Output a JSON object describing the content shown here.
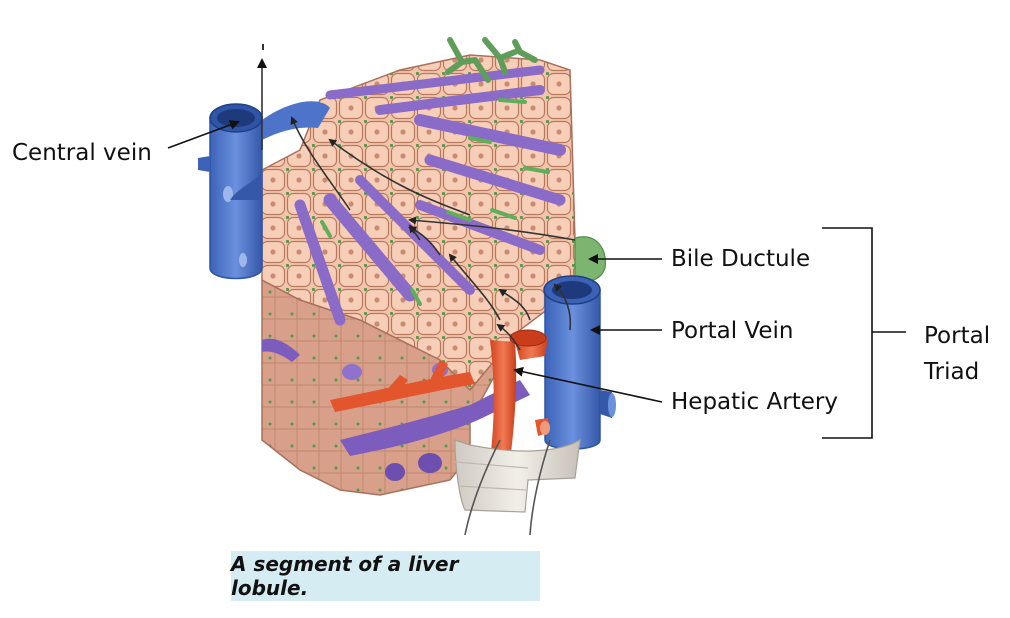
{
  "labels": {
    "central_vein": "Central vein",
    "bile_ductule": "Bile Ductule",
    "portal_vein": "Portal Vein",
    "hepatic_artery": "Hepatic Artery",
    "portal_triad": "Portal Triad"
  },
  "caption": "A segment of a liver lobule.",
  "colors": {
    "hepatocyte": "#f3c3ab",
    "hepatocyte_outline": "#b77a5e",
    "tissue_side": "#d69a82",
    "vein_blue": "#4d74c8",
    "vein_blue_dark": "#2f55a6",
    "sinusoid_purple": "#8a6bc7",
    "artery_red": "#e4572e",
    "bile_green": "#5f9e5a",
    "canaliculus_green": "#6fb86a",
    "caption_bg": "#d6ecf3"
  }
}
